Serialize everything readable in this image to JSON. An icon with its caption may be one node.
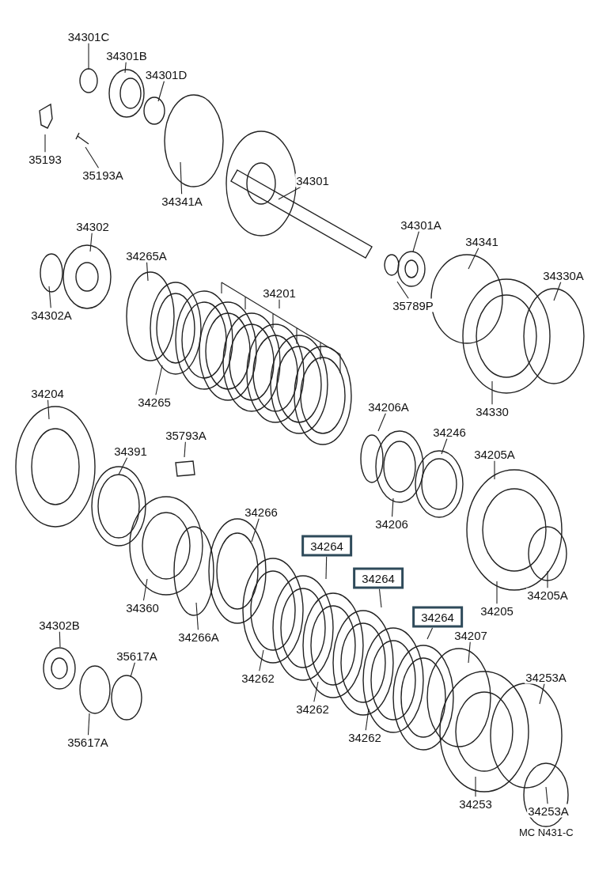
{
  "diagram": {
    "nodes": [
      {
        "text": [
          "34301C"
        ]
      },
      {
        "text": [
          "34301B"
        ]
      },
      {
        "text": [
          "34301D"
        ]
      },
      {
        "text": [
          "35193"
        ]
      },
      {
        "text": [
          "35193A"
        ]
      },
      {
        "text": [
          "34341A"
        ]
      },
      {
        "text": [
          "34301"
        ]
      },
      {
        "text": [
          "34301A"
        ]
      },
      {
        "text": [
          "35789P"
        ]
      },
      {
        "text": [
          "34341"
        ]
      },
      {
        "text": [
          "34330A"
        ]
      },
      {
        "text": [
          "34330"
        ]
      },
      {
        "text": [
          "34302"
        ]
      },
      {
        "text": [
          "34302A"
        ]
      },
      {
        "text": [
          "34265A"
        ]
      },
      {
        "text": [
          "34265"
        ]
      },
      {
        "text": [
          "34201"
        ]
      },
      {
        "text": [
          "34206A"
        ]
      },
      {
        "text": [
          "34246"
        ]
      },
      {
        "text": [
          "34205A"
        ]
      },
      {
        "text": [
          "34206"
        ]
      },
      {
        "text": [
          "34205"
        ]
      },
      {
        "text": [
          "34205A"
        ]
      },
      {
        "text": [
          "34204"
        ]
      },
      {
        "text": [
          "34391"
        ]
      },
      {
        "text": [
          "35793A"
        ]
      },
      {
        "text": [
          "34266"
        ]
      },
      {
        "text": [
          "34264"
        ]
      },
      {
        "text": [
          "34264"
        ]
      },
      {
        "text": [
          "34264"
        ]
      },
      {
        "text": [
          "34207"
        ]
      },
      {
        "text": [
          "34360"
        ]
      },
      {
        "text": [
          "34266A"
        ]
      },
      {
        "text": [
          "34302B"
        ]
      },
      {
        "text": [
          "35617A"
        ]
      },
      {
        "text": [
          "34262"
        ]
      },
      {
        "text": [
          "34262"
        ]
      },
      {
        "text": [
          "34262"
        ]
      },
      {
        "text": [
          "34253A"
        ]
      },
      {
        "text": [
          "35617A"
        ]
      },
      {
        "text": [
          "34253"
        ]
      },
      {
        "text": [
          "34253A"
        ]
      }
    ],
    "edges": [
      {
        "from": 0,
        "to": null,
        "arrow": "none"
      },
      {
        "from": 1,
        "to": null,
        "arrow": "none"
      },
      {
        "from": 2,
        "to": null,
        "arrow": "none"
      },
      {
        "from": 3,
        "to": null,
        "arrow": "none"
      },
      {
        "from": 4,
        "to": null,
        "arrow": "none"
      },
      {
        "from": 5,
        "to": null,
        "arrow": "none"
      },
      {
        "from": 6,
        "to": null,
        "arrow": "none"
      },
      {
        "from": 7,
        "to": null,
        "arrow": "none"
      },
      {
        "from": 8,
        "to": null,
        "arrow": "none"
      },
      {
        "from": 9,
        "to": null,
        "arrow": "none"
      },
      {
        "from": 10,
        "to": null,
        "arrow": "none"
      },
      {
        "from": 11,
        "to": null,
        "arrow": "none"
      },
      {
        "from": 12,
        "to": null,
        "arrow": "none"
      },
      {
        "from": 13,
        "to": null,
        "arrow": "none"
      },
      {
        "from": 14,
        "to": null,
        "arrow": "none"
      },
      {
        "from": 15,
        "to": null,
        "arrow": "none"
      },
      {
        "from": 16,
        "to": null,
        "arrow": "none"
      },
      {
        "from": 17,
        "to": null,
        "arrow": "none"
      },
      {
        "from": 18,
        "to": null,
        "arrow": "none"
      },
      {
        "from": 19,
        "to": null,
        "arrow": "none"
      },
      {
        "from": 20,
        "to": null,
        "arrow": "none"
      },
      {
        "from": 21,
        "to": null,
        "arrow": "none"
      },
      {
        "from": 22,
        "to": null,
        "arrow": "none"
      },
      {
        "from": 23,
        "to": null,
        "arrow": "none"
      },
      {
        "from": 24,
        "to": null,
        "arrow": "none"
      },
      {
        "from": 25,
        "to": null,
        "arrow": "none"
      },
      {
        "from": 26,
        "to": null,
        "arrow": "none"
      },
      {
        "from": 27,
        "to": null,
        "arrow": "none"
      },
      {
        "from": 28,
        "to": null,
        "arrow": "none"
      },
      {
        "from": 29,
        "to": null,
        "arrow": "none"
      },
      {
        "from": 30,
        "to": null,
        "arrow": "none"
      },
      {
        "from": 31,
        "to": null,
        "arrow": "none"
      },
      {
        "from": 32,
        "to": null,
        "arrow": "none"
      },
      {
        "from": 33,
        "to": null,
        "arrow": "none"
      },
      {
        "from": 34,
        "to": null,
        "arrow": "none"
      },
      {
        "from": 35,
        "to": null,
        "arrow": "none"
      },
      {
        "from": 36,
        "to": null,
        "arrow": "none"
      },
      {
        "from": 37,
        "to": null,
        "arrow": "none"
      },
      {
        "from": 38,
        "to": null,
        "arrow": "none"
      },
      {
        "from": 39,
        "to": null,
        "arrow": "none"
      },
      {
        "from": 40,
        "to": null,
        "arrow": "none"
      },
      {
        "from": 41,
        "to": null,
        "arrow": "none"
      }
    ],
    "labels": [
      "MC N431-C"
    ]
  }
}
